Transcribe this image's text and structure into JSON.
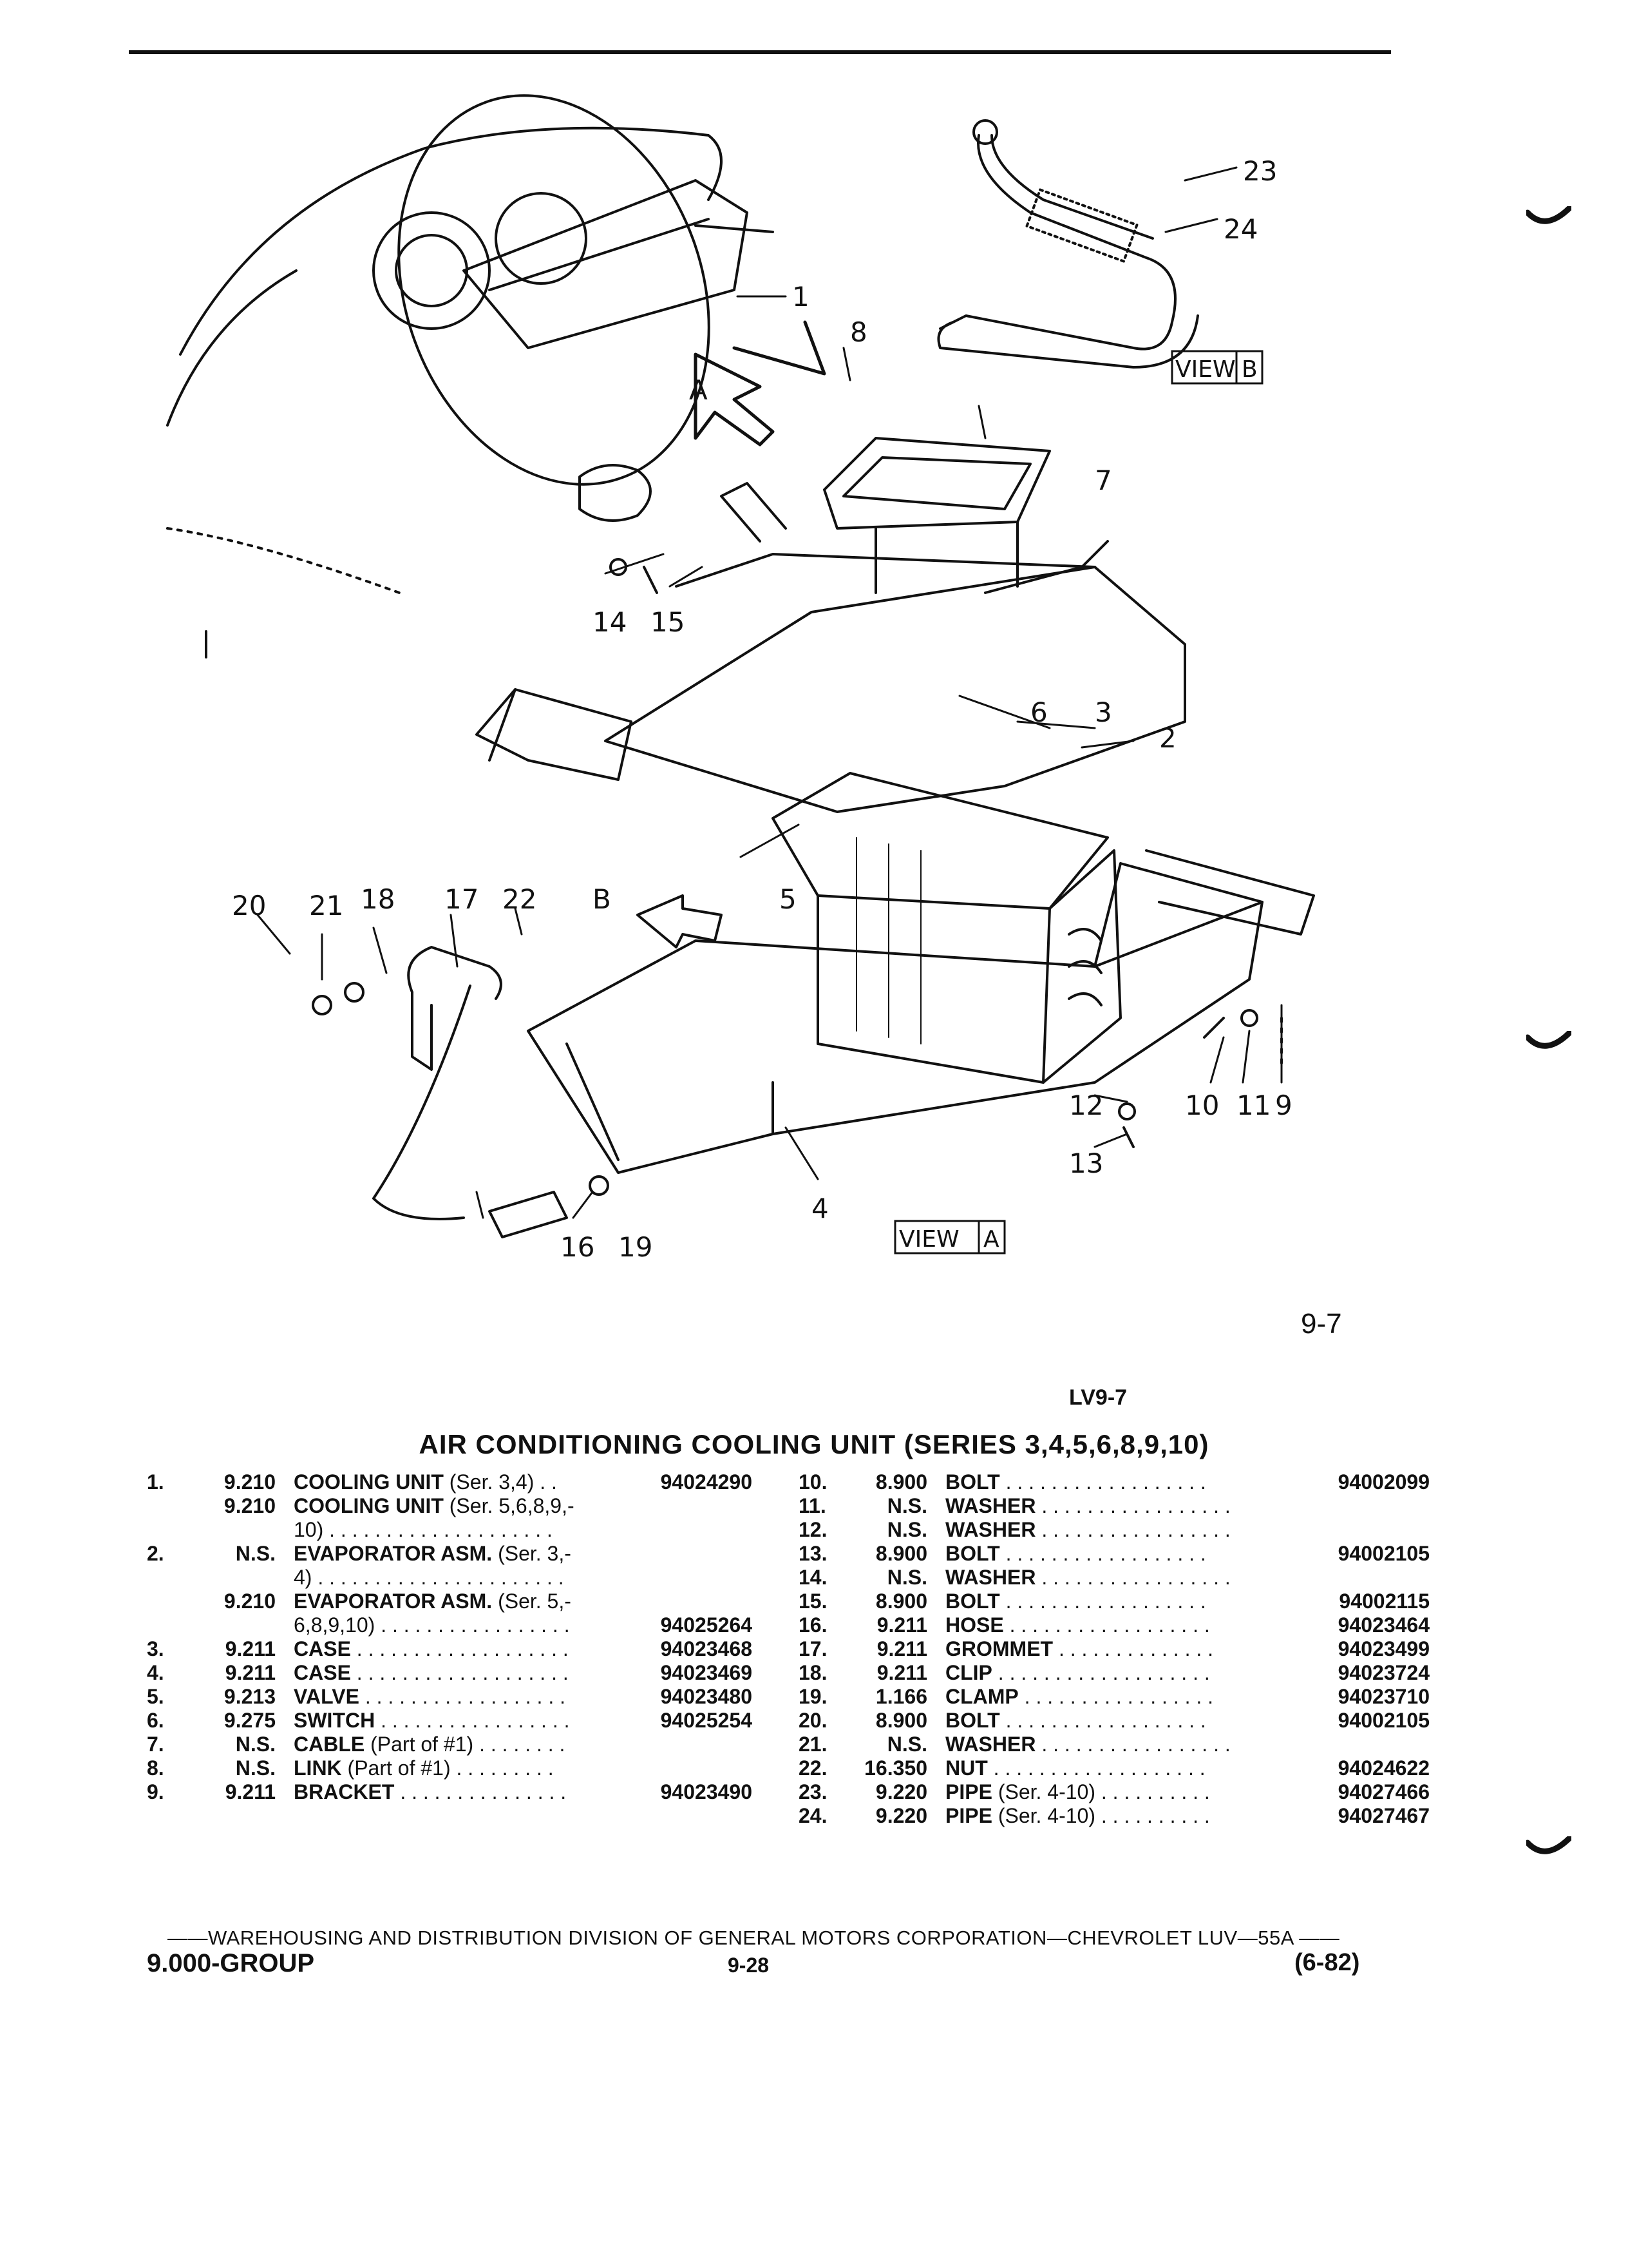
{
  "figure": {
    "figure_number": "9-7",
    "code": "LV9-7",
    "view_a_label": "VIEW",
    "view_a_letter": "A",
    "view_b_label": "VIEW",
    "view_b_letter": "B",
    "arrow_a": "A",
    "arrow_b": "B",
    "callouts": [
      "1",
      "2",
      "3",
      "4",
      "5",
      "6",
      "7",
      "8",
      "9",
      "10",
      "11",
      "12",
      "13",
      "14",
      "15",
      "16",
      "17",
      "18",
      "19",
      "20",
      "21",
      "22",
      "23",
      "24"
    ]
  },
  "section_title": "AIR CONDITIONING COOLING UNIT (SERIES 3,4,5,6,8,9,10)",
  "parts_left": [
    {
      "no": "1.",
      "code": "9.210",
      "name": "COOLING UNIT",
      "note": "(Ser. 3,4)",
      "dots": " . . ",
      "part": "94024290"
    },
    {
      "no": "",
      "code": "9.210",
      "name": "COOLING UNIT",
      "note": "(Ser. 5,6,8,9,-",
      "dots": "",
      "part": ""
    },
    {
      "no": "",
      "code": "",
      "name": "",
      "note": "10)",
      "dots": " . . . . . . . . . . . . . . . . . . . .",
      "part": ""
    },
    {
      "no": "2.",
      "code": "N.S.",
      "name": "EVAPORATOR ASM.",
      "note": "(Ser. 3,-",
      "dots": "",
      "part": ""
    },
    {
      "no": "",
      "code": "",
      "name": "",
      "note": "4)",
      "dots": " . . . . . . . . . . . . . . . . . . . . . .",
      "part": ""
    },
    {
      "no": "",
      "code": "9.210",
      "name": "EVAPORATOR ASM.",
      "note": "(Ser. 5,-",
      "dots": "",
      "part": ""
    },
    {
      "no": "",
      "code": "",
      "name": "",
      "note": "6,8,9,10)",
      "dots": " . . . . . . . . . . . . . . . . .",
      "part": "94025264"
    },
    {
      "no": "3.",
      "code": "9.211",
      "name": "CASE",
      "note": "",
      "dots": " . . . . . . . . . . . . . . . . . . .",
      "part": "94023468"
    },
    {
      "no": "4.",
      "code": "9.211",
      "name": "CASE",
      "note": "",
      "dots": " . . . . . . . . . . . . . . . . . . .",
      "part": "94023469"
    },
    {
      "no": "5.",
      "code": "9.213",
      "name": "VALVE",
      "note": "",
      "dots": " . . . . . . . . . . . . . . . . . .",
      "part": "94023480"
    },
    {
      "no": "6.",
      "code": "9.275",
      "name": "SWITCH",
      "note": "",
      "dots": " . . . . . . . . . . . . . . . . .",
      "part": "94025254"
    },
    {
      "no": "7.",
      "code": "N.S.",
      "name": "CABLE",
      "note": "(Part of #1)",
      "dots": " . . . . . . . .",
      "part": ""
    },
    {
      "no": "8.",
      "code": "N.S.",
      "name": "LINK",
      "note": "(Part of #1)",
      "dots": " . . . . . . . . .",
      "part": ""
    },
    {
      "no": "9.",
      "code": "9.211",
      "name": "BRACKET",
      "note": "",
      "dots": " . . . . . . . . . . . . . . .",
      "part": "94023490"
    }
  ],
  "parts_right": [
    {
      "no": "10.",
      "code": "8.900",
      "name": "BOLT",
      "note": "",
      "dots": " . . . . . . . . . . . . . . . . . .",
      "part": "94002099"
    },
    {
      "no": "11.",
      "code": "N.S.",
      "name": "WASHER",
      "note": "",
      "dots": " . . . . . . . . . . . . . . . . .",
      "part": ""
    },
    {
      "no": "12.",
      "code": "N.S.",
      "name": "WASHER",
      "note": "",
      "dots": " . . . . . . . . . . . . . . . . .",
      "part": ""
    },
    {
      "no": "13.",
      "code": "8.900",
      "name": "BOLT",
      "note": "",
      "dots": " . . . . . . . . . . . . . . . . . .",
      "part": "94002105"
    },
    {
      "no": "14.",
      "code": "N.S.",
      "name": "WASHER",
      "note": "",
      "dots": " . . . . . . . . . . . . . . . . .",
      "part": ""
    },
    {
      "no": "15.",
      "code": "8.900",
      "name": "BOLT",
      "note": "",
      "dots": " . . . . . . . . . . . . . . . . . .",
      "part": "94002115"
    },
    {
      "no": "16.",
      "code": "9.211",
      "name": "HOSE",
      "note": "",
      "dots": " . . . . . . . . . . . . . . . . . .",
      "part": "94023464"
    },
    {
      "no": "17.",
      "code": "9.211",
      "name": "GROMMET",
      "note": "",
      "dots": " . . . . . . . . . . . . . .",
      "part": "94023499"
    },
    {
      "no": "18.",
      "code": "9.211",
      "name": "CLIP",
      "note": "",
      "dots": " . . . . . . . . . . . . . . . . . . .",
      "part": "94023724"
    },
    {
      "no": "19.",
      "code": "1.166",
      "name": "CLAMP",
      "note": "",
      "dots": " . . . . . . . . . . . . . . . . .",
      "part": "94023710"
    },
    {
      "no": "20.",
      "code": "8.900",
      "name": "BOLT",
      "note": "",
      "dots": " . . . . . . . . . . . . . . . . . .",
      "part": "94002105"
    },
    {
      "no": "21.",
      "code": "N.S.",
      "name": "WASHER",
      "note": "",
      "dots": " . . . . . . . . . . . . . . . . .",
      "part": ""
    },
    {
      "no": "22.",
      "code": "16.350",
      "name": "NUT",
      "note": "",
      "dots": " . . . . . . . . . . . . . . . . . . .",
      "part": "94024622"
    },
    {
      "no": "23.",
      "code": "9.220",
      "name": "PIPE",
      "note": "(Ser. 4-10)",
      "dots": " . . . . . . . . . .",
      "part": "94027466"
    },
    {
      "no": "24.",
      "code": "9.220",
      "name": "PIPE",
      "note": "(Ser. 4-10)",
      "dots": " . . . . . . . . . .",
      "part": "94027467"
    }
  ],
  "footer": {
    "line": "——WAREHOUSING AND DISTRIBUTION DIVISION OF GENERAL MOTORS CORPORATION—CHEVROLET LUV—55A ——",
    "group": "9.000-GROUP",
    "page": "9-28",
    "date": "(6-82)"
  }
}
